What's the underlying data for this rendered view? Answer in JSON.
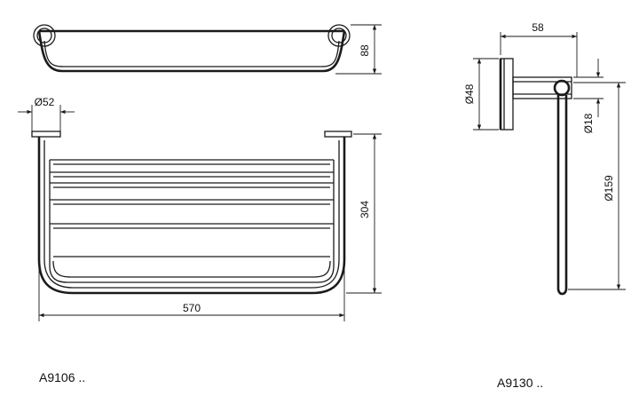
{
  "products": [
    {
      "model": "A9106 ..",
      "dimensions": {
        "depth": "88",
        "rosette_diameter": "Ø52",
        "height": "304",
        "width": "570"
      }
    },
    {
      "model": "A9130 ..",
      "dimensions": {
        "projection": "58",
        "rosette_diameter": "Ø48",
        "bar_diameter": "Ø18",
        "ring_height": "Ø159"
      }
    }
  ]
}
